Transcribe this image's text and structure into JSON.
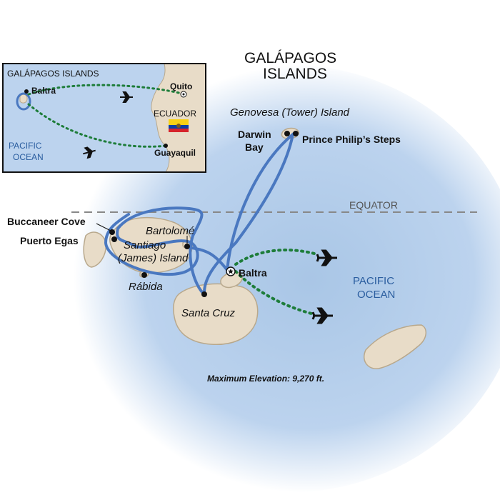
{
  "title": {
    "line1": "GALÁPAGOS",
    "line2": "ISLANDS"
  },
  "colors": {
    "ocean_center": "#a9c6e6",
    "ocean_edge": "#ffffff",
    "land": "#e8dcc8",
    "land_stroke": "#b8a88c",
    "route_cruise": "#4a78c0",
    "route_flight": "#1e7d3a",
    "equator": "#888888"
  },
  "equator_label": "EQUATOR",
  "ocean_label": {
    "line1": "PACIFIC",
    "line2": "OCEAN"
  },
  "islands": {
    "genovesa": "Genovesa (Tower) Island",
    "santiago": {
      "line1": "Santiago",
      "line2": "(James) Island"
    },
    "santa_cruz": "Santa Cruz",
    "rabida": "Rábida",
    "bartolome": "Bartolomé"
  },
  "sites": {
    "darwin_bay": {
      "line1": "Darwin",
      "line2": "Bay"
    },
    "prince_philips_steps": "Prince Philip’s Steps",
    "buccaneer_cove": "Buccaneer Cove",
    "puerto_egas": "Puerto Egas",
    "baltra": "Baltra"
  },
  "elevation_note": "Maximum Elevation: 9,270 ft.",
  "inset": {
    "title": "GALÁPAGOS ISLANDS",
    "baltra": "Baltra",
    "quito": "Quito",
    "country": "ECUADOR",
    "guayaquil": "Guayaquil",
    "ocean": {
      "line1": "PACIFIC",
      "line2": "OCEAN"
    }
  },
  "icons": {
    "airplane": "airplane-icon",
    "capital": "star-icon",
    "flag": "ecuador-flag-icon"
  }
}
